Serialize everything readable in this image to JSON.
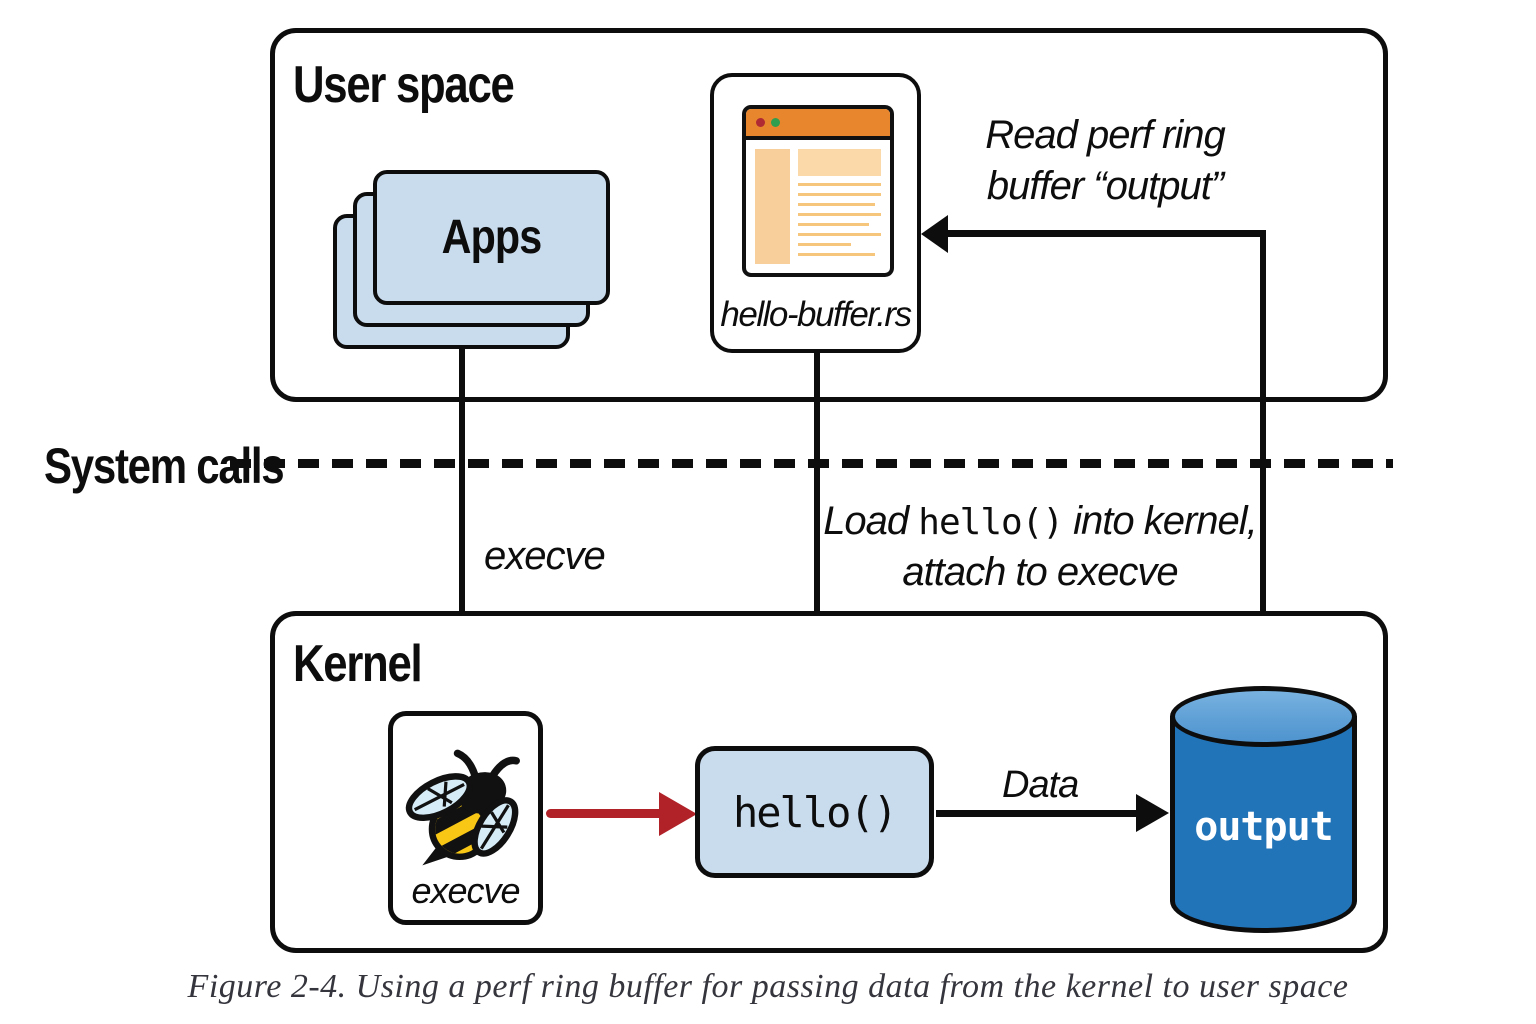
{
  "user_space": {
    "label": "User space"
  },
  "kernel": {
    "label": "Kernel"
  },
  "system_calls": {
    "label": "System calls"
  },
  "apps": {
    "label": "Apps"
  },
  "hello_buffer": {
    "label": "hello-buffer.rs"
  },
  "execve_box": {
    "label": "execve"
  },
  "hello_fn": {
    "label": "hello()"
  },
  "output_store": {
    "label": "output"
  },
  "arrows": {
    "execve": {
      "label": "execve"
    },
    "load": {
      "pre": "Load ",
      "code": "hello()",
      "post": " into kernel,",
      "line2": "attach to execve"
    },
    "read": {
      "line1": "Read perf ring",
      "line2": "buffer “output”"
    },
    "data": {
      "label": "Data"
    }
  },
  "caption": {
    "text": "Figure 2-4. Using a perf ring buffer for passing data from the kernel to user space"
  },
  "colors": {
    "outline": "#0d0d0d",
    "box_fill_blue": "#c9dcee",
    "arrow_red": "#b02228",
    "cylinder_body": "#2274b8",
    "cylinder_top": "#5fa0d6",
    "browser_header_orange": "#e8862e",
    "browser_sidebar_orange": "#f8cf9a",
    "browser_line_orange": "#f6c67c",
    "window_dot_red": "#b02a33",
    "window_dot_green": "#2f9e4f",
    "bee_yellow": "#f8c715",
    "wing_blue": "#d6edf8"
  }
}
